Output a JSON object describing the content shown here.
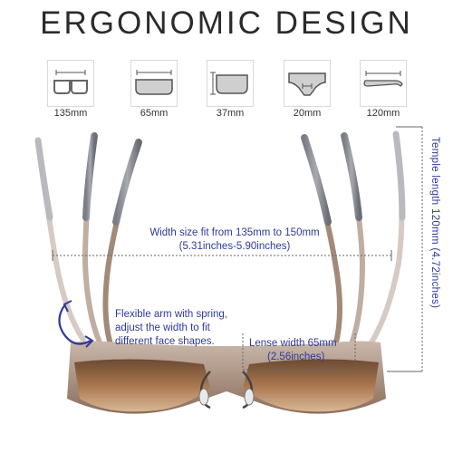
{
  "title": "ERGONOMIC  DESIGN",
  "dimensions": [
    {
      "label": "135mm",
      "icon": "front-width-icon"
    },
    {
      "label": "65mm",
      "icon": "lens-width-icon"
    },
    {
      "label": "37mm",
      "icon": "lens-height-icon"
    },
    {
      "label": "20mm",
      "icon": "bridge-width-icon"
    },
    {
      "label": "120mm",
      "icon": "temple-length-icon"
    }
  ],
  "width_note": {
    "line1": "Width size fit from 135mm to 150mm",
    "line2": "(5.31inches-5.90inches)"
  },
  "arm_note": {
    "line1": "Flexible arm with spring,",
    "line2": "adjust the width to fit",
    "line3": "different face shapes."
  },
  "lens_note": {
    "line1": "Lense width 65mm",
    "line2": "(2.56inches)"
  },
  "temple_note": "Temple length 120mm (4.72inches)",
  "colors": {
    "accent": "#2f3a9a",
    "frame": "#a08573",
    "arm_tip": "#8d8f96",
    "lens": "#a5704a"
  }
}
